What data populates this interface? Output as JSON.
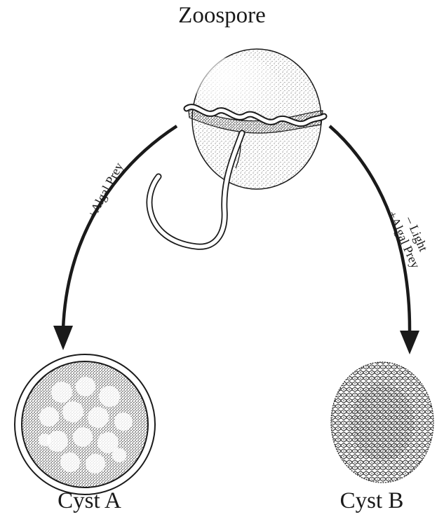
{
  "labels": {
    "top": "Zoospore",
    "cyst_a": "Cyst A",
    "cyst_b": "Cyst B",
    "left_condition": "+Algal Prey",
    "right_condition_line1": "– Light",
    "right_condition_line2": "+Algal Prey"
  },
  "colors": {
    "ink": "#1a1a1a",
    "background": "#ffffff",
    "stipple": "#2b2b2b"
  }
}
